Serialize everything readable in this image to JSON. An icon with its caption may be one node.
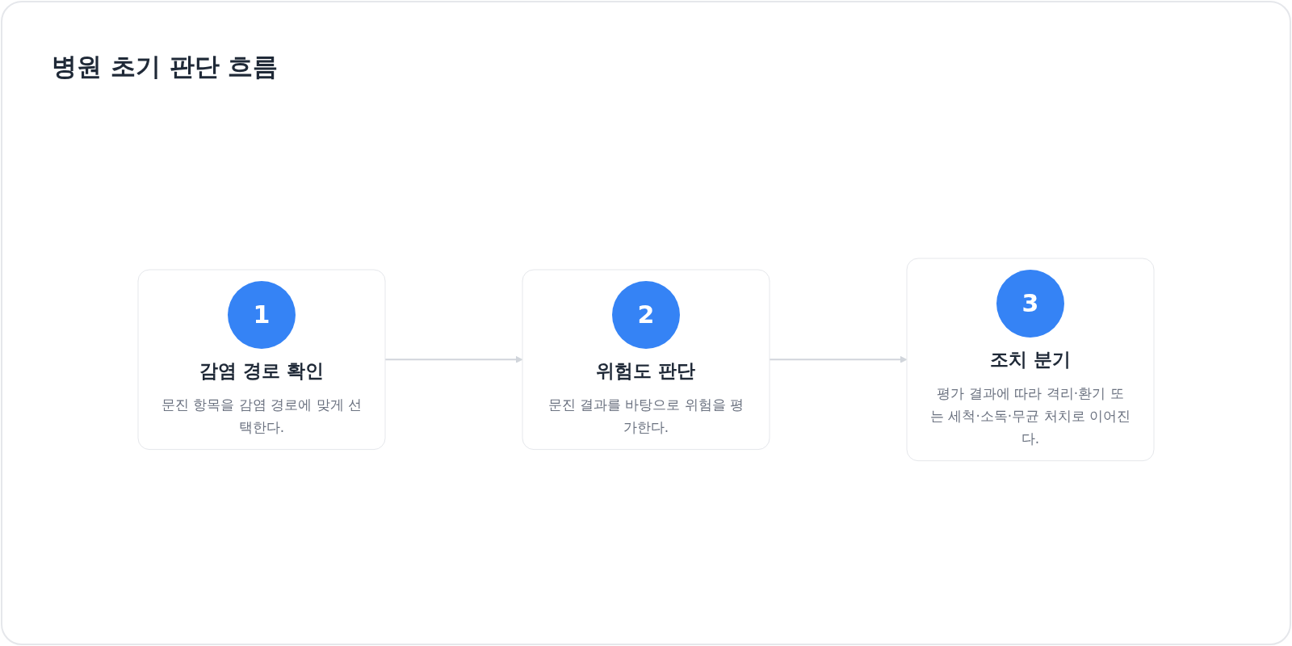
{
  "diagram": {
    "title": "병원 초기 판단 흐름",
    "nodes": [
      {
        "text": [
          "1",
          "감염 경로 확인",
          "문진 항목을 감염 경로에 맞게 선택한다."
        ]
      },
      {
        "text": [
          "2",
          "위험도 판단",
          "문진 결과를 바탕으로 위험을 평가한다."
        ]
      },
      {
        "text": [
          "3",
          "조치 분기",
          "평가 결과에 따라 격리·환기 또는 세척·소독·무균 처치로 이어진다."
        ]
      }
    ],
    "edges": [
      {
        "from": 0,
        "to": 1,
        "arrow": "to"
      },
      {
        "from": 1,
        "to": 2,
        "arrow": "to"
      }
    ]
  }
}
